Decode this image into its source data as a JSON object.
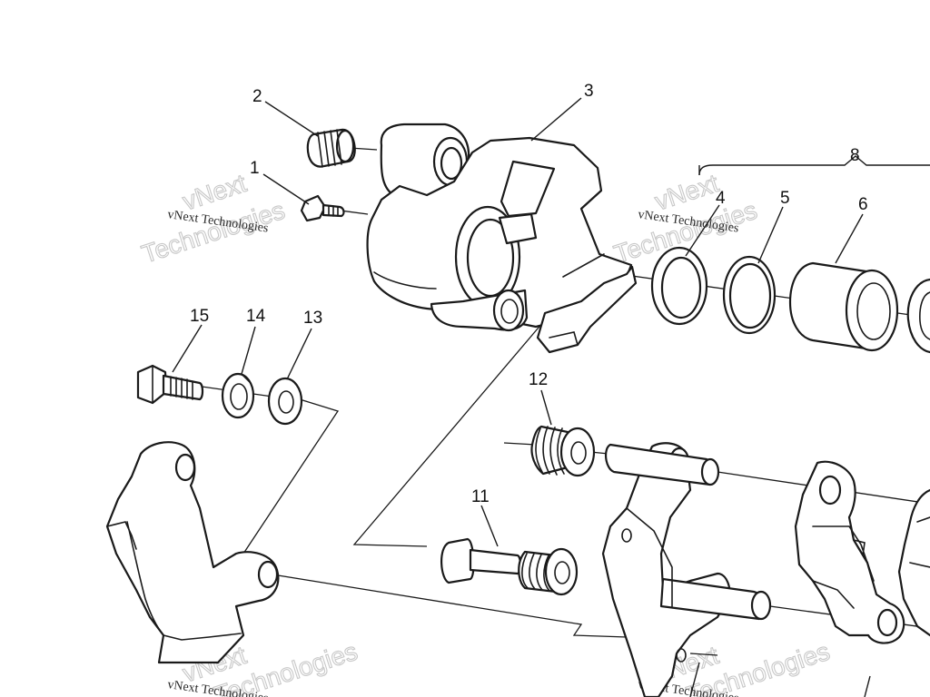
{
  "watermark": {
    "brand_line1": "vNext",
    "brand_line2": "Technologies",
    "caption": "vNext Technologies"
  },
  "callouts": [
    {
      "id": "1",
      "label": "1"
    },
    {
      "id": "2",
      "label": "2"
    },
    {
      "id": "3",
      "label": "3"
    },
    {
      "id": "4",
      "label": "4"
    },
    {
      "id": "5",
      "label": "5"
    },
    {
      "id": "6",
      "label": "6"
    },
    {
      "id": "8",
      "label": "8"
    },
    {
      "id": "11",
      "label": "11"
    },
    {
      "id": "12",
      "label": "12"
    },
    {
      "id": "13",
      "label": "13"
    },
    {
      "id": "14",
      "label": "14"
    },
    {
      "id": "15",
      "label": "15"
    }
  ]
}
